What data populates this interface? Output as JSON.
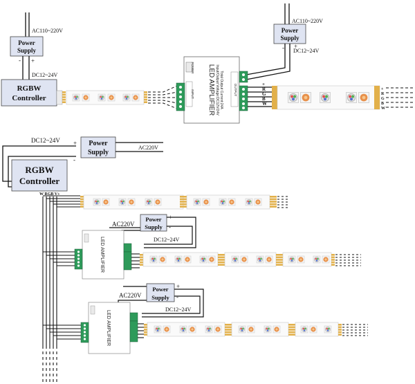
{
  "top_left": {
    "supply_voltage": "AC110~220V",
    "power_supply": {
      "line1": "Power",
      "line2": "Supply"
    },
    "polarity_minus": "-",
    "polarity_plus": "+",
    "output_voltage": "DC12~24V",
    "controller": {
      "line1": "RGBW",
      "line2": "Controller"
    }
  },
  "top_right": {
    "supply_voltage": "AC110~220V",
    "power_supply": {
      "line1": "Power",
      "line2": "Supply"
    },
    "polarity_minus": "-",
    "polarity_plus": "+",
    "output_voltage": "DC12~24V",
    "amplifier": {
      "title": "LED AMPLIFIER",
      "spec1": "Input/Output Voltage:DC12V/24V",
      "spec2": "Total Output Current:24A",
      "input_label": "INPUT",
      "output_label": "OUTPUT",
      "power_label": "POWER"
    },
    "channel_labels": [
      "+",
      "R",
      "G",
      "B",
      "W"
    ]
  },
  "bottom": {
    "input_voltage": "DC12~24V",
    "power_supply": {
      "line1": "Power",
      "line2": "Supply"
    },
    "polarity_plus": "+",
    "polarity_minus": "-",
    "mains_voltage": "AC220V",
    "controller": {
      "line1": "RGBW",
      "line2": "Controller",
      "pins": "W RGB V+"
    },
    "amp1": {
      "mains_voltage": "AC220V",
      "power_supply": {
        "line1": "Power",
        "line2": "Supply"
      },
      "polarity_plus": "+",
      "polarity_minus": "-",
      "output_voltage": "DC12~24V",
      "title": "LED AMPLIFIER"
    },
    "amp2": {
      "mains_voltage": "AC220V",
      "power_supply": {
        "line1": "Power",
        "line2": "Supply"
      },
      "polarity_plus": "+",
      "polarity_minus": "-",
      "output_voltage": "DC12~24V",
      "title": "LED AMPLIFIER"
    }
  },
  "colors": {
    "power_supply_fill": "#dfe4f2",
    "controller_fill": "#dfe4f2",
    "terminal_green": "#2e9a5a",
    "connector_gold": "#e2b04a",
    "led_orange": "#e8904a",
    "led_rgb_red": "#e05050",
    "led_rgb_green": "#50b050",
    "led_rgb_blue": "#5070d0",
    "wire": "#111111"
  }
}
